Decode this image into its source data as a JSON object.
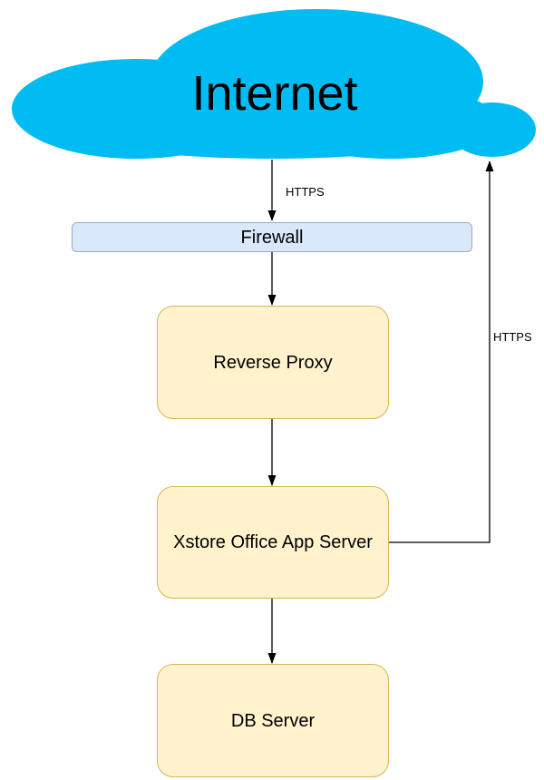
{
  "diagram": {
    "cloud": {
      "id": "internet",
      "label": "Internet"
    },
    "nodes": [
      {
        "id": "firewall",
        "label": "Firewall"
      },
      {
        "id": "reverse-proxy",
        "label": "Reverse Proxy"
      },
      {
        "id": "xstore-office-app-server",
        "label": "Xstore Office App Server"
      },
      {
        "id": "db-server",
        "label": "DB Server"
      }
    ],
    "edges": [
      {
        "from": "internet",
        "to": "firewall",
        "label": "HTTPS"
      },
      {
        "from": "firewall",
        "to": "reverse-proxy"
      },
      {
        "from": "reverse-proxy",
        "to": "xstore-office-app-server"
      },
      {
        "from": "xstore-office-app-server",
        "to": "db-server"
      },
      {
        "from": "xstore-office-app-server",
        "to": "internet",
        "label": "HTTPS"
      }
    ],
    "colors": {
      "cloud_fill": "#00BCF2",
      "node_fill": "#FFF2CC",
      "node_border": "#D6B656",
      "firewall_fill": "#DAE8FC",
      "firewall_border": "#96AAC8",
      "connector": "#000000"
    }
  }
}
